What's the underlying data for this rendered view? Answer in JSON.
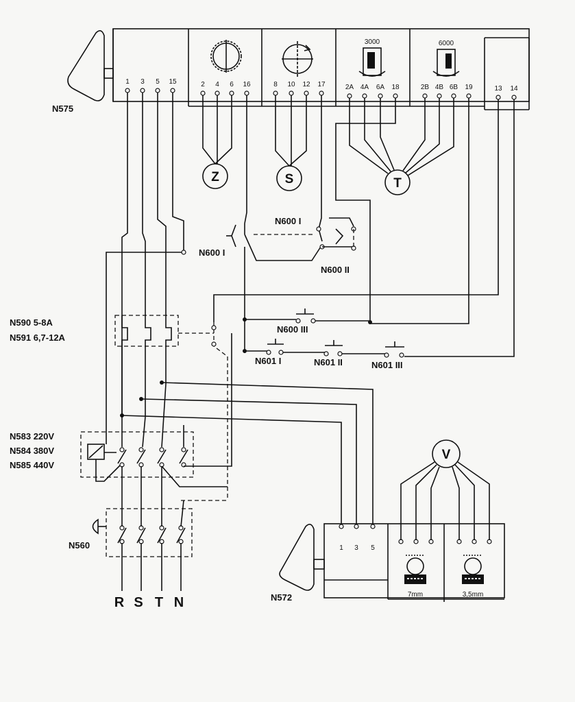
{
  "components": {
    "main_switch": "N575",
    "speed_switch": "N572",
    "overload_line1": "N590  5-8A",
    "overload_line2": "N591  6,7-12A",
    "contactor_line1": "N583  220V",
    "contactor_line2": "N584  380V",
    "contactor_line3": "N585  440V",
    "mains_switch": "N560",
    "limit_n600_i_left": "N600 I",
    "limit_n600_i_right": "N600 I",
    "limit_n600_ii": "N600 II",
    "limit_n600_iii": "N600 III",
    "limit_n601_i": "N601 I",
    "limit_n601_ii": "N601 II",
    "limit_n601_iii": "N601 III"
  },
  "motors": {
    "z": "Z",
    "s": "S",
    "t": "T",
    "v": "V"
  },
  "speeds": {
    "s3000": "3000",
    "s6000": "6000"
  },
  "terminals_top": [
    "1",
    "3",
    "5",
    "15",
    "2",
    "4",
    "6",
    "16",
    "8",
    "10",
    "12",
    "17",
    "2A",
    "4A",
    "6A",
    "18",
    "2B",
    "4B",
    "6B",
    "19",
    "13",
    "14"
  ],
  "terminals_n572": [
    "1",
    "3",
    "5"
  ],
  "thickness": {
    "t7": "7mm",
    "t35": "3,5mm"
  },
  "phases": [
    "R",
    "S",
    "T",
    "N"
  ]
}
